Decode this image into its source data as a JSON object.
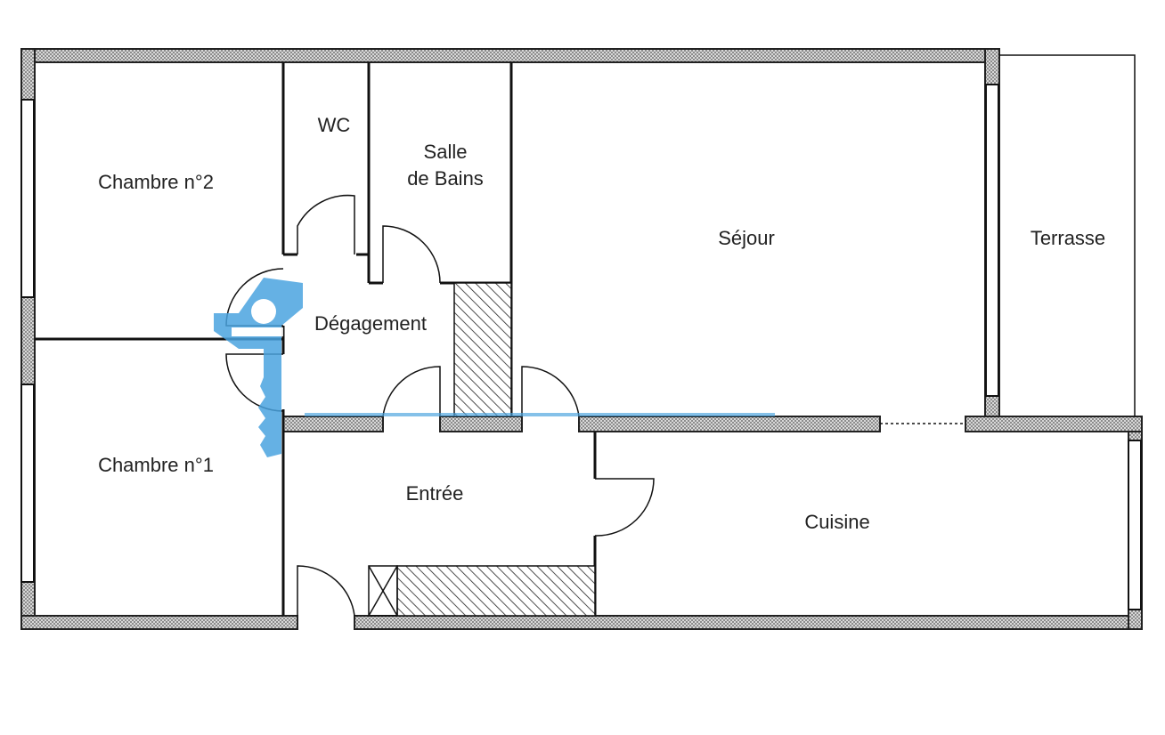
{
  "rooms": {
    "chambre_2": "Chambre n°2",
    "wc": "WC",
    "salle_de_bains_line1": "Salle",
    "salle_de_bains_line2": "de Bains",
    "sejour": "Séjour",
    "terrasse": "Terrasse",
    "degagement": "Dégagement",
    "chambre_1": "Chambre n°1",
    "entree": "Entrée",
    "cuisine": "Cuisine"
  },
  "icons": {
    "watermark": "house-key-icon"
  },
  "colors": {
    "watermark": "#4aa3df",
    "walls": "#222222",
    "background": "#ffffff"
  }
}
